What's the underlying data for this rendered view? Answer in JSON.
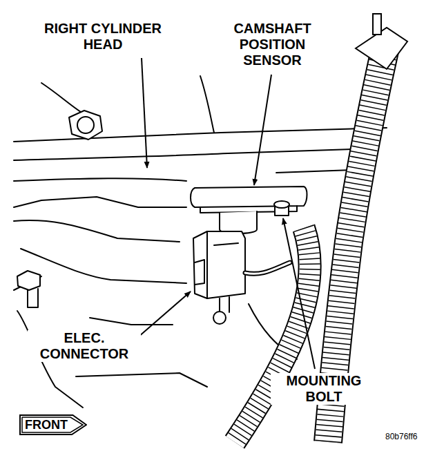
{
  "diagram": {
    "nodes": [
      {
        "text": [
          "FRONT"
        ]
      }
    ],
    "labels": [
      "RIGHT CYLINDER HEAD",
      "CAMSHAFT POSITION SENSOR",
      "ELEC. CONNECTOR",
      "MOUNTING BOLT",
      "80b76ff6"
    ]
  }
}
